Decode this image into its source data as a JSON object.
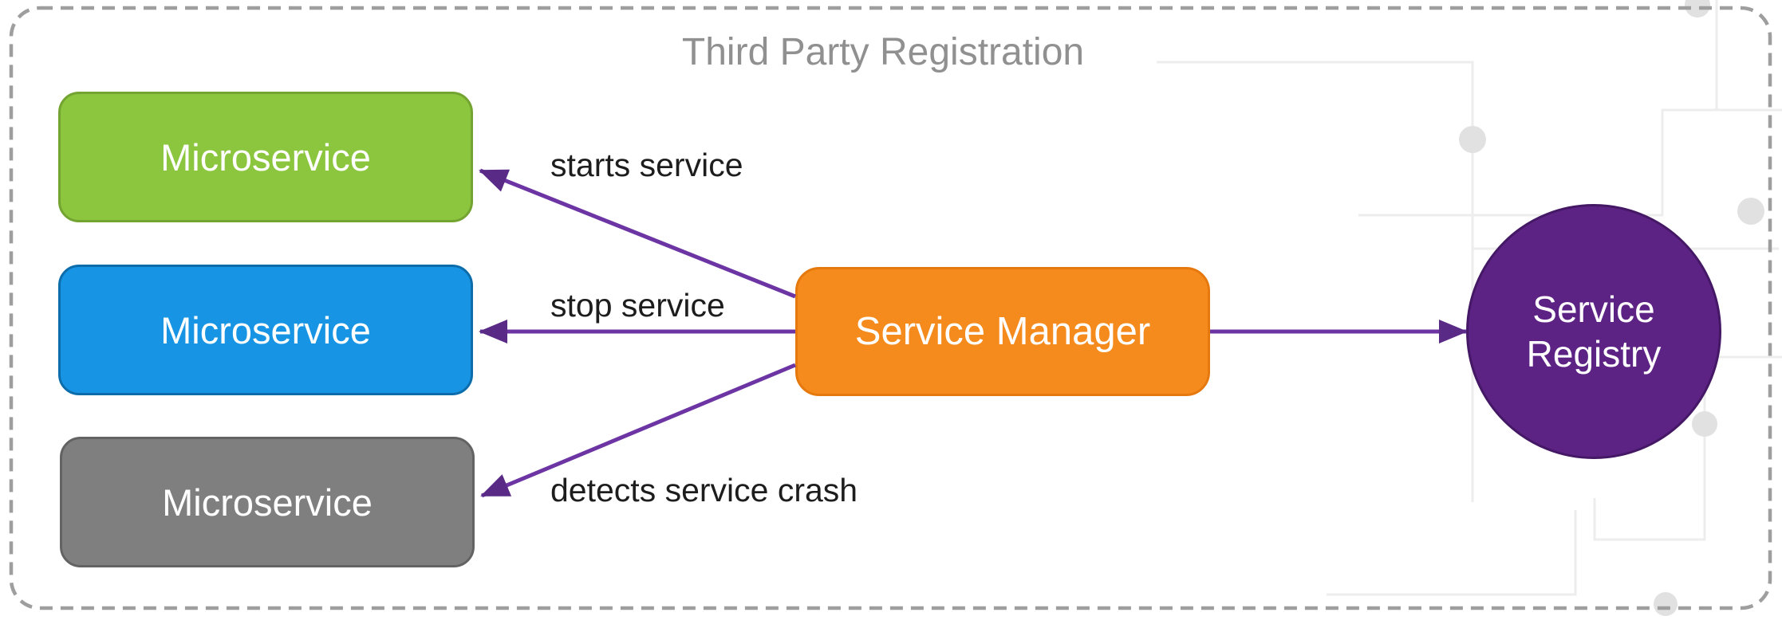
{
  "title": "Third Party Registration",
  "nodes": {
    "microservices": [
      {
        "label": "Microservice",
        "color": "green"
      },
      {
        "label": "Microservice",
        "color": "blue"
      },
      {
        "label": "Microservice",
        "color": "gray"
      }
    ],
    "service_manager": {
      "label": "Service Manager"
    },
    "service_registry": {
      "label": "Service Registry"
    }
  },
  "edges": {
    "starts": {
      "label": "starts service",
      "from": "Service Manager",
      "to": "Microservice (green)"
    },
    "stop": {
      "label": "stop service",
      "from": "Service Manager",
      "to": "Microservice (blue)"
    },
    "crash": {
      "label": "detects service crash",
      "from": "Service Manager",
      "to": "Microservice (gray)"
    },
    "register": {
      "label": "",
      "from": "Service Manager",
      "to": "Service Registry"
    }
  },
  "colors": {
    "canvas-bg": "#ffffff",
    "ms-green-fill": "#8cc63f",
    "ms-green-border": "#73a431",
    "ms-blue-fill": "#1795e4",
    "ms-blue-border": "#0d6dab",
    "ms-gray-fill": "#7f7f7f",
    "ms-gray-border": "#636363",
    "manager-fill": "#f68b1d",
    "manager-border": "#e5790e",
    "registry-fill": "#5c2385",
    "registry-border": "#451866",
    "arrow-line": "#6c35a3",
    "arrow-head": "#5a2b86",
    "node-text": "#ffffff",
    "title-text": "#909090",
    "edge-label-text": "#1d1d1d",
    "dashed-border": "#9e9e9e",
    "circuit-line": "#ededed",
    "circuit-dot": "#e1e1e1"
  }
}
